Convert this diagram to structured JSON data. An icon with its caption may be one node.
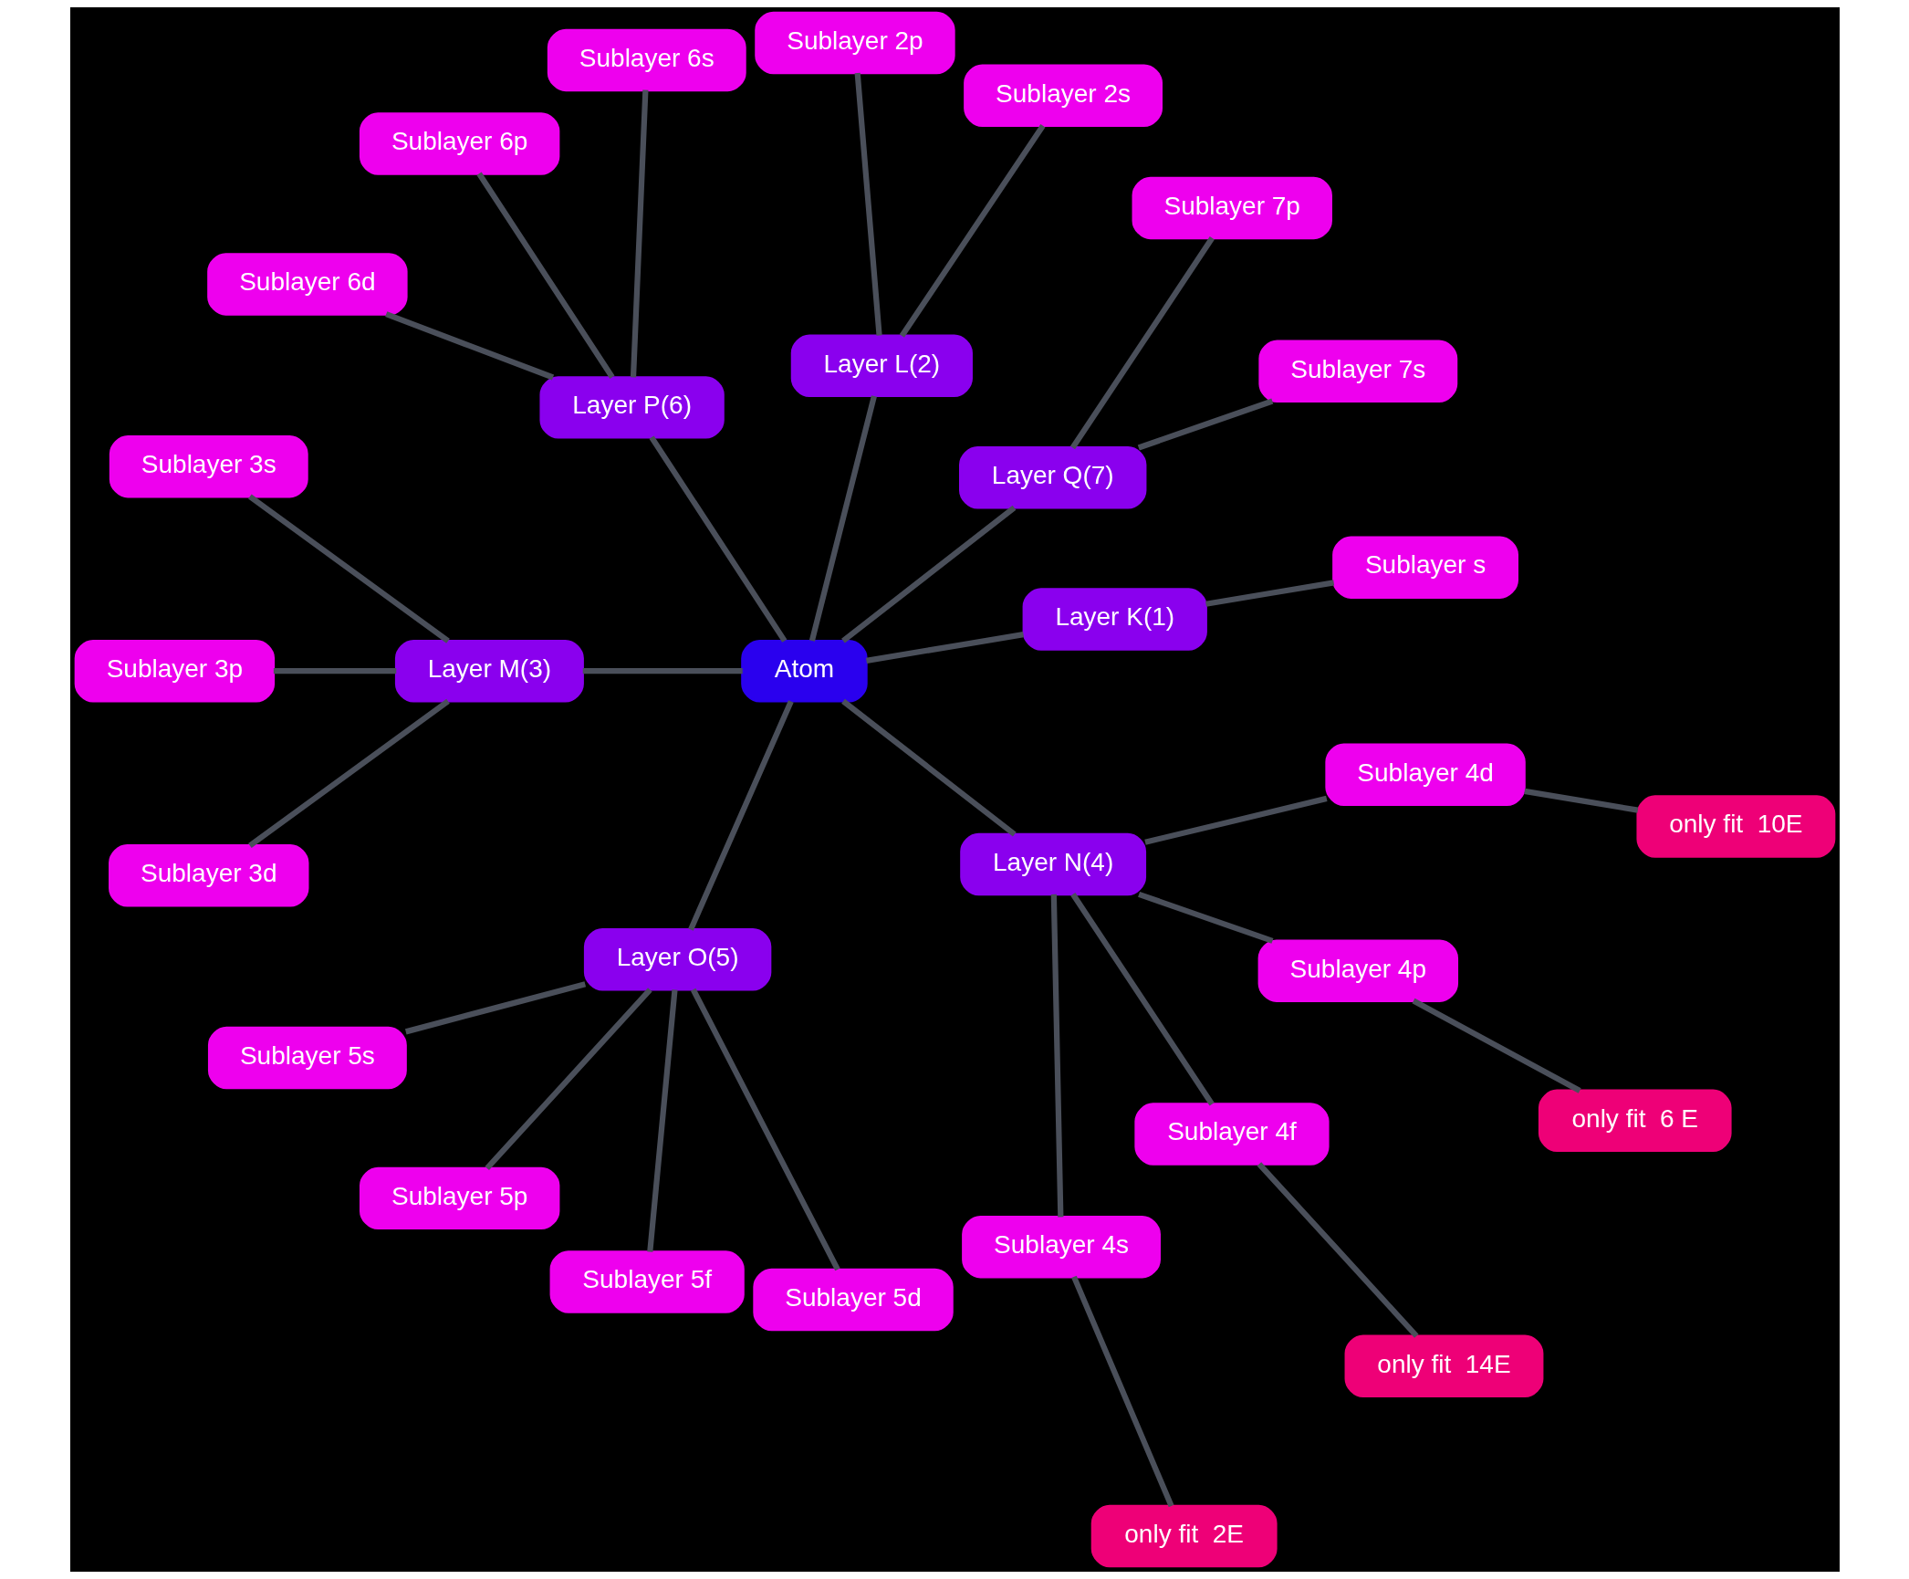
{
  "diagram": {
    "nodes": [
      {
        "text": [
          "Sublayer s"
        ]
      },
      {
        "text": [
          "Sublayer 7s"
        ]
      },
      {
        "text": [
          "Layer K(1)"
        ]
      },
      {
        "text": [
          "Sublayer 2s"
        ]
      },
      {
        "text": [
          "Sublayer 7p"
        ]
      },
      {
        "text": [
          "Layer Q(7)"
        ]
      },
      {
        "text": [
          "Layer L(2)"
        ]
      },
      {
        "text": [
          "Sublayer 2p"
        ]
      },
      {
        "text": [
          "Sublayer 3s"
        ]
      },
      {
        "text": [
          "Sublayer 6s"
        ]
      },
      {
        "text": [
          "Atom"
        ]
      },
      {
        "text": [
          "Sublayer 3p"
        ]
      },
      {
        "text": [
          "Layer P(6)"
        ]
      },
      {
        "text": [
          "Sublayer 6p"
        ]
      },
      {
        "text": [
          "Layer M(3)"
        ]
      },
      {
        "text": [
          "Sublayer 6d"
        ]
      },
      {
        "text": [
          "only fit  2E"
        ]
      },
      {
        "text": [
          "Sublayer 3d"
        ]
      },
      {
        "text": [
          "Sublayer 5s"
        ]
      },
      {
        "text": [
          "Sublayer 5p"
        ]
      },
      {
        "text": [
          "Sublayer 5f"
        ]
      },
      {
        "text": [
          "Sublayer 4s"
        ]
      },
      {
        "text": [
          "Layer O(5)"
        ]
      },
      {
        "text": [
          "Sublayer 4f"
        ]
      },
      {
        "text": [
          "Layer N(4)"
        ]
      },
      {
        "text": [
          "Sublayer 4p"
        ]
      },
      {
        "text": [
          "only fit  6 E"
        ]
      },
      {
        "text": [
          "Sublayer 5d"
        ]
      },
      {
        "text": [
          "Sublayer 4d"
        ]
      },
      {
        "text": [
          "only fit  14E"
        ]
      },
      {
        "text": [
          "only fit  10E"
        ]
      }
    ],
    "edges": [
      {
        "from": 10,
        "to": 2,
        "arrow": "none"
      },
      {
        "from": 10,
        "to": 6,
        "arrow": "none"
      },
      {
        "from": 10,
        "to": 14,
        "arrow": "none"
      },
      {
        "from": 10,
        "to": 24,
        "arrow": "none"
      },
      {
        "from": 10,
        "to": 22,
        "arrow": "none"
      },
      {
        "from": 10,
        "to": 12,
        "arrow": "none"
      },
      {
        "from": 10,
        "to": 5,
        "arrow": "none"
      },
      {
        "from": 2,
        "to": 0,
        "arrow": "none"
      },
      {
        "from": 5,
        "to": 1,
        "arrow": "none"
      },
      {
        "from": 5,
        "to": 4,
        "arrow": "none"
      },
      {
        "from": 6,
        "to": 3,
        "arrow": "none"
      },
      {
        "from": 6,
        "to": 7,
        "arrow": "none"
      },
      {
        "from": 14,
        "to": 8,
        "arrow": "none"
      },
      {
        "from": 14,
        "to": 11,
        "arrow": "none"
      },
      {
        "from": 14,
        "to": 17,
        "arrow": "none"
      },
      {
        "from": 12,
        "to": 9,
        "arrow": "none"
      },
      {
        "from": 12,
        "to": 13,
        "arrow": "none"
      },
      {
        "from": 12,
        "to": 15,
        "arrow": "none"
      },
      {
        "from": 22,
        "to": 18,
        "arrow": "none"
      },
      {
        "from": 22,
        "to": 19,
        "arrow": "none"
      },
      {
        "from": 22,
        "to": 20,
        "arrow": "none"
      },
      {
        "from": 22,
        "to": 27,
        "arrow": "none"
      },
      {
        "from": 24,
        "to": 21,
        "arrow": "none"
      },
      {
        "from": 24,
        "to": 25,
        "arrow": "none"
      },
      {
        "from": 24,
        "to": 28,
        "arrow": "none"
      },
      {
        "from": 24,
        "to": 23,
        "arrow": "none"
      },
      {
        "from": 21,
        "to": 16,
        "arrow": "none"
      },
      {
        "from": 25,
        "to": 26,
        "arrow": "none"
      },
      {
        "from": 28,
        "to": 30,
        "arrow": "none"
      },
      {
        "from": 23,
        "to": 29,
        "arrow": "none"
      }
    ]
  }
}
